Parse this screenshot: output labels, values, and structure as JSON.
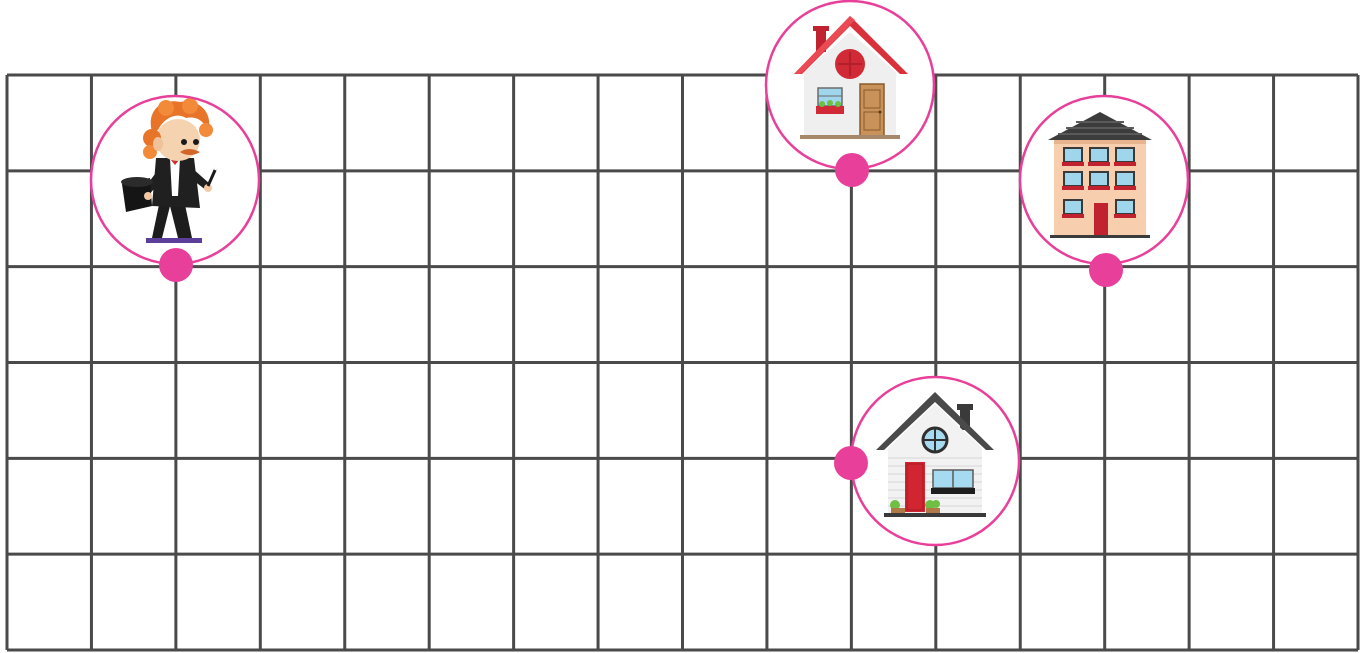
{
  "board": {
    "grid_columns": 16,
    "grid_rows": 6,
    "line_color": "#4a4a4a",
    "accent_color": "#e8409a"
  },
  "markers": [
    {
      "id": "magician",
      "icon": "magician-icon",
      "pin": "bottom"
    },
    {
      "id": "red-house",
      "icon": "red-roof-house-icon",
      "pin": "bottom"
    },
    {
      "id": "apartment",
      "icon": "apartment-building-icon",
      "pin": "bottom"
    },
    {
      "id": "white-house",
      "icon": "white-house-icon",
      "pin": "left"
    }
  ]
}
